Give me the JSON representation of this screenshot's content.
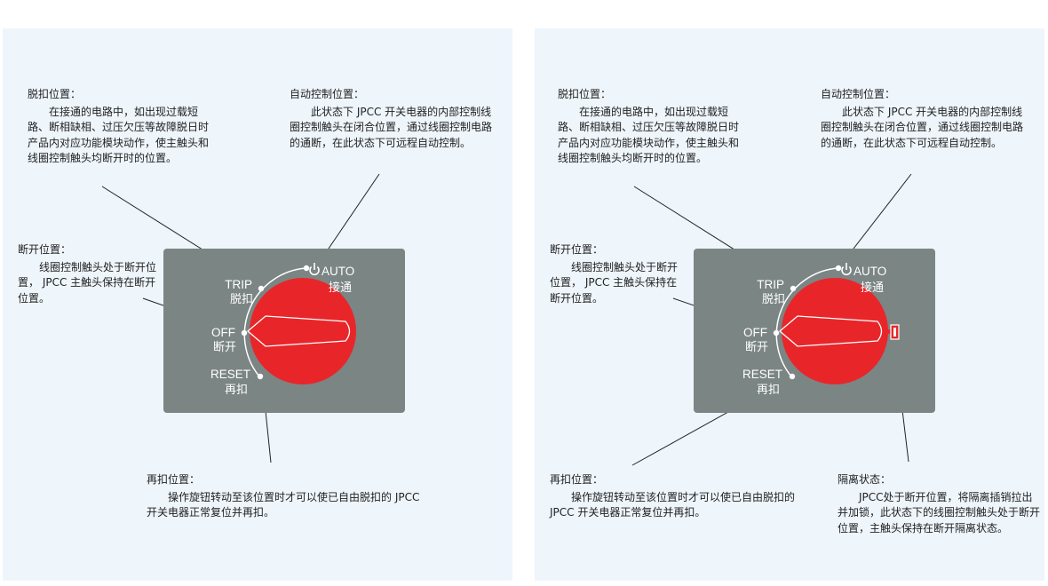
{
  "diagrams": [
    {
      "annotations": {
        "trip": {
          "title": "脱扣位置：",
          "body": "在接通的电路中，如出现过载短路、断相缺相、过压欠压等故障脱日时产品内对应功能模块动作，使主触头和线圈控制触头均断开时的位置。"
        },
        "auto": {
          "title": "自动控制位置：",
          "body": "此状态下 JPCC 开关电器的内部控制线圈控制触头在闭合位置，通过线圈控制电路的通断，在此状态下可远程自动控制。"
        },
        "off": {
          "title": "断开位置：",
          "body": "线圈控制触头处于断开位置， JPCC 主触头保持在断开位置。"
        },
        "reset": {
          "title": "再扣位置：",
          "body": "操作旋钮转动至该位置时才可以使已自由脱扣的 JPCC 开关电器正常复位并再扣。"
        }
      },
      "dial": {
        "trip_en": "TRIP",
        "trip_cn": "脱扣",
        "auto_en": "AUTO",
        "auto_cn": "接通",
        "off_en": "OFF",
        "off_cn": "断开",
        "reset_en": "RESET",
        "reset_cn": "再扣"
      }
    },
    {
      "annotations": {
        "trip": {
          "title": "脱扣位置：",
          "body": "在接通的电路中，如出现过载短路、断相缺相、过压欠压等故障脱日时产品内对应功能模块动作，使主触头和线圈控制触头均断开时的位置。"
        },
        "auto": {
          "title": "自动控制位置：",
          "body": "此状态下 JPCC 开关电器的内部控制线圈控制触头在闭合位置，通过线圈控制电路的通断，在此状态下可远程自动控制。"
        },
        "off": {
          "title": "断开位置：",
          "body": "线圈控制触头处于断开位置， JPCC 主触头保持在断开位置。"
        },
        "reset": {
          "title": "再扣位置：",
          "body": "操作旋钮转动至该位置时才可以使已自由脱扣的 JPCC 开关电器正常复位并再扣。"
        },
        "isolation": {
          "title": "隔离状态：",
          "body": "JPCC处于断开位置，将隔离插销拉出并加锁，此状态下的线圈控制触头处于断开位置，主触头保持在断开隔离状态。"
        }
      },
      "dial": {
        "trip_en": "TRIP",
        "trip_cn": "脱扣",
        "auto_en": "AUTO",
        "auto_cn": "接通",
        "off_en": "OFF",
        "off_cn": "断开",
        "reset_en": "RESET",
        "reset_cn": "再扣"
      }
    }
  ],
  "colors": {
    "panel_bg": "#eef5fb",
    "plate": "#7b8584",
    "knob": "#e8262a",
    "line": "#222222"
  }
}
